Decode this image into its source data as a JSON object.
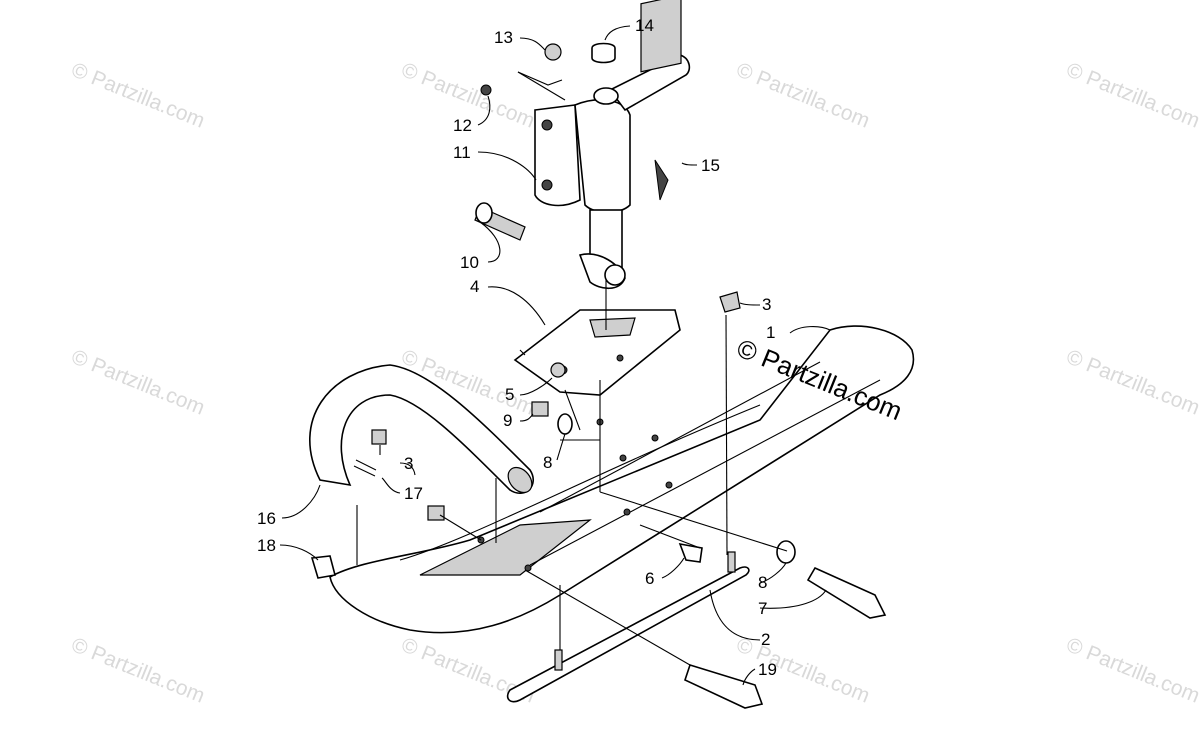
{
  "watermark": {
    "text": "© Partzilla.com",
    "main_text": "© Partzilla.com"
  },
  "callouts": [
    {
      "id": "c1",
      "label": "1"
    },
    {
      "id": "c2",
      "label": "2"
    },
    {
      "id": "c3a",
      "label": "3"
    },
    {
      "id": "c3b",
      "label": "3"
    },
    {
      "id": "c4",
      "label": "4"
    },
    {
      "id": "c5",
      "label": "5"
    },
    {
      "id": "c6",
      "label": "6"
    },
    {
      "id": "c7",
      "label": "7"
    },
    {
      "id": "c8a",
      "label": "8"
    },
    {
      "id": "c8b",
      "label": "8"
    },
    {
      "id": "c9",
      "label": "9"
    },
    {
      "id": "c10",
      "label": "10"
    },
    {
      "id": "c11",
      "label": "11"
    },
    {
      "id": "c12",
      "label": "12"
    },
    {
      "id": "c13",
      "label": "13"
    },
    {
      "id": "c14",
      "label": "14"
    },
    {
      "id": "c15",
      "label": "15"
    },
    {
      "id": "c16",
      "label": "16"
    },
    {
      "id": "c17",
      "label": "17"
    },
    {
      "id": "c18",
      "label": "18"
    },
    {
      "id": "c19",
      "label": "19"
    }
  ]
}
